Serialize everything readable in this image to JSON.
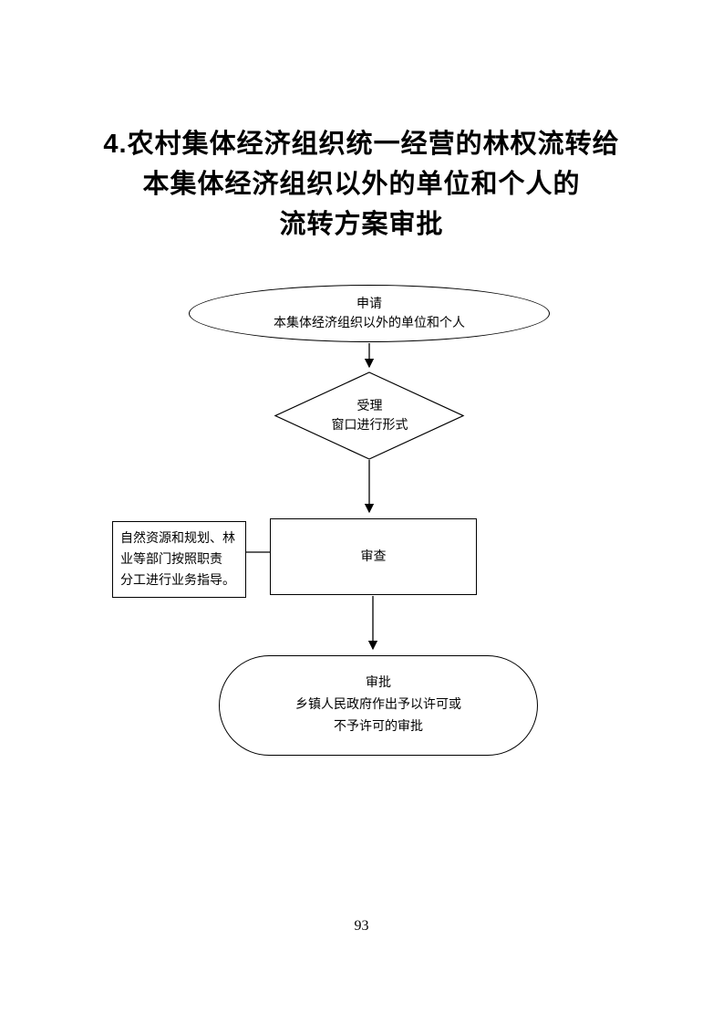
{
  "document": {
    "title_lines": [
      "4.农村集体经济组织统一经营的林权流转给",
      "本集体经济组织以外的单位和个人的",
      "流转方案审批"
    ],
    "page_number": "93"
  },
  "flowchart": {
    "apply": {
      "title": "申请",
      "subtitle": "本集体经济组织以外的单位和个人"
    },
    "accept": {
      "title": "受理",
      "subtitle": "窗口进行形式"
    },
    "review": {
      "title": "审查"
    },
    "guidance_note": {
      "lines": [
        "自然资源和规划、林",
        "业等部门按照职责",
        "分工进行业务指导。"
      ]
    },
    "approval": {
      "title": "审批",
      "lines": [
        "乡镇人民政府作出予以许可或",
        "不予许可的审批"
      ]
    }
  },
  "colors": {
    "line": "#000000",
    "background": "#ffffff"
  }
}
